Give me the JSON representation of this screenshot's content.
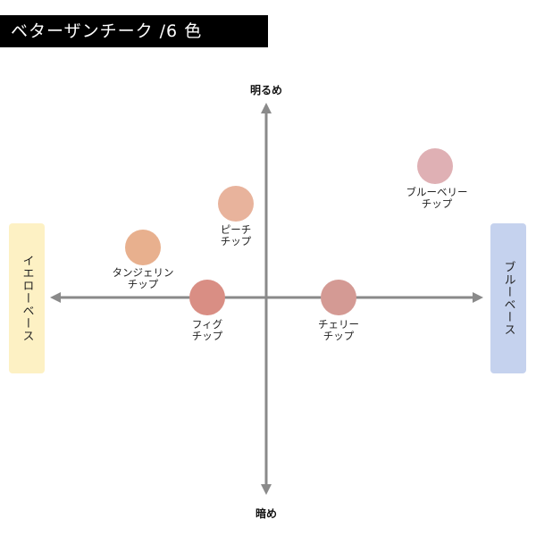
{
  "title": "ベターザンチーク /6 色",
  "axes": {
    "top": "明るめ",
    "bottom": "暗め",
    "left": "イエローベース",
    "right": "ブルーベース"
  },
  "colors": {
    "axis": "#8a8a8a",
    "yellow_base_bg": "#fdf1c4",
    "blue_base_bg": "#c5d2ee"
  },
  "chips": [
    {
      "id": "peach",
      "line1": "ピーチ",
      "line2": "チップ",
      "color": "#e8b39c"
    },
    {
      "id": "tangerine",
      "line1": "タンジェリン",
      "line2": "チップ",
      "color": "#e8b08e"
    },
    {
      "id": "fig",
      "line1": "フィグ",
      "line2": "チップ",
      "color": "#d98e84"
    },
    {
      "id": "cherry",
      "line1": "チェリー",
      "line2": "チップ",
      "color": "#d49a94"
    },
    {
      "id": "blueberry",
      "line1": "ブルーベリー",
      "line2": "チップ",
      "color": "#dfb0b4"
    }
  ]
}
